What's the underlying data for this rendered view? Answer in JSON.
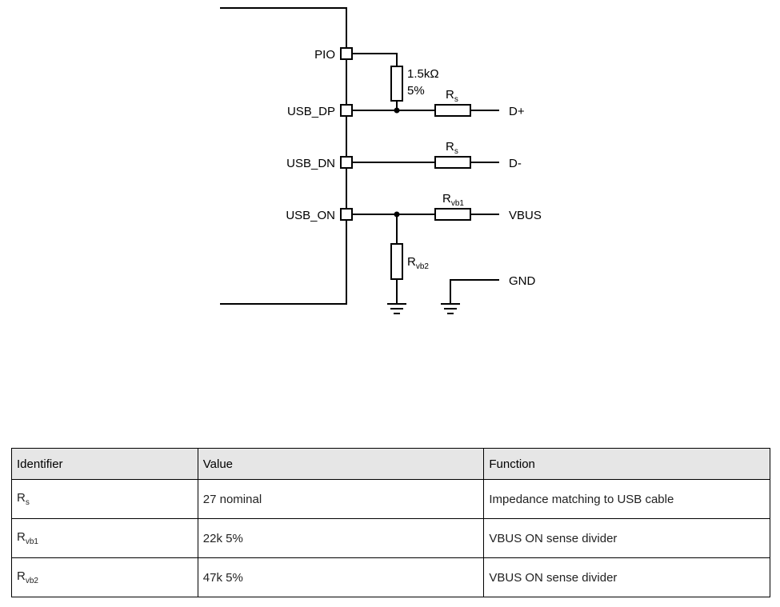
{
  "schematic": {
    "pins": {
      "pio": "PIO",
      "usb_dp": "USB_DP",
      "usb_dn": "USB_DN",
      "usb_on": "USB_ON"
    },
    "pullup_value": "1.5kΩ",
    "pullup_tol": "5%",
    "rs_label": "R",
    "rs_sub": "s",
    "rvb1_label": "R",
    "rvb1_sub": "vb1",
    "rvb2_label": "R",
    "rvb2_sub": "vb2",
    "nets": {
      "dplus": "D+",
      "dminus": "D-",
      "vbus": "VBUS",
      "gnd": "GND"
    }
  },
  "table": {
    "headers": [
      "Identifier",
      "Value",
      "Function"
    ],
    "rows": [
      {
        "id_main": "R",
        "id_sub": "s",
        "value": "27 nominal",
        "function": "Impedance matching to USB cable"
      },
      {
        "id_main": "R",
        "id_sub": "vb1",
        "value": "22k 5%",
        "function": "VBUS ON sense divider"
      },
      {
        "id_main": "R",
        "id_sub": "vb2",
        "value": "47k 5%",
        "function": "VBUS ON sense divider"
      }
    ]
  }
}
